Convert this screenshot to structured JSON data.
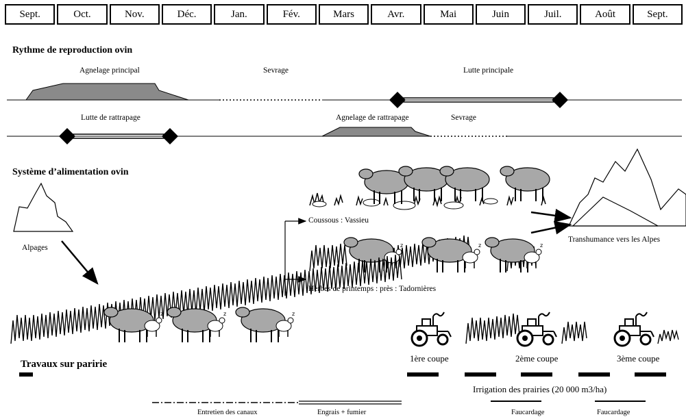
{
  "months": [
    "Sept.",
    "Oct.",
    "Nov.",
    "Déc.",
    "Jan.",
    "Fév.",
    "Mars",
    "Avr.",
    "Mai",
    "Juin",
    "Juil.",
    "Août",
    "Sept."
  ],
  "sections": {
    "reproduction": "Rythme de reproduction ovin",
    "alimentation": "Système d’alimentation ovin",
    "travaux": "Travaux sur paririe"
  },
  "reproduction": {
    "agnelage_principal": "Agnelage principal",
    "sevrage_1": "Sevrage",
    "lutte_principale": "Lutte principale",
    "lutte_rattrapage": "Lutte de rattrapage",
    "agnelage_rattrapage": "Agnelage de rattrapage",
    "sevrage_2": "Sevrage"
  },
  "alimentation": {
    "alpages": "Alpages",
    "coussous": "Coussous : Vassieu",
    "herbes": "Herbes de printemps : près : Tadornières",
    "transhumance": "Transhumance vers les Alpes"
  },
  "travaux": {
    "coupe_1": "1ère coupe",
    "coupe_2": "2ème coupe",
    "coupe_3": "3ème coupe",
    "irrigation": "Irrigation des prairies (20 000 m3/ha)",
    "entretien": "Entretien des canaux",
    "engrais": "Engrais + fumier",
    "faucardage_1": "Faucardage",
    "faucardage_2": "Faucardage"
  }
}
